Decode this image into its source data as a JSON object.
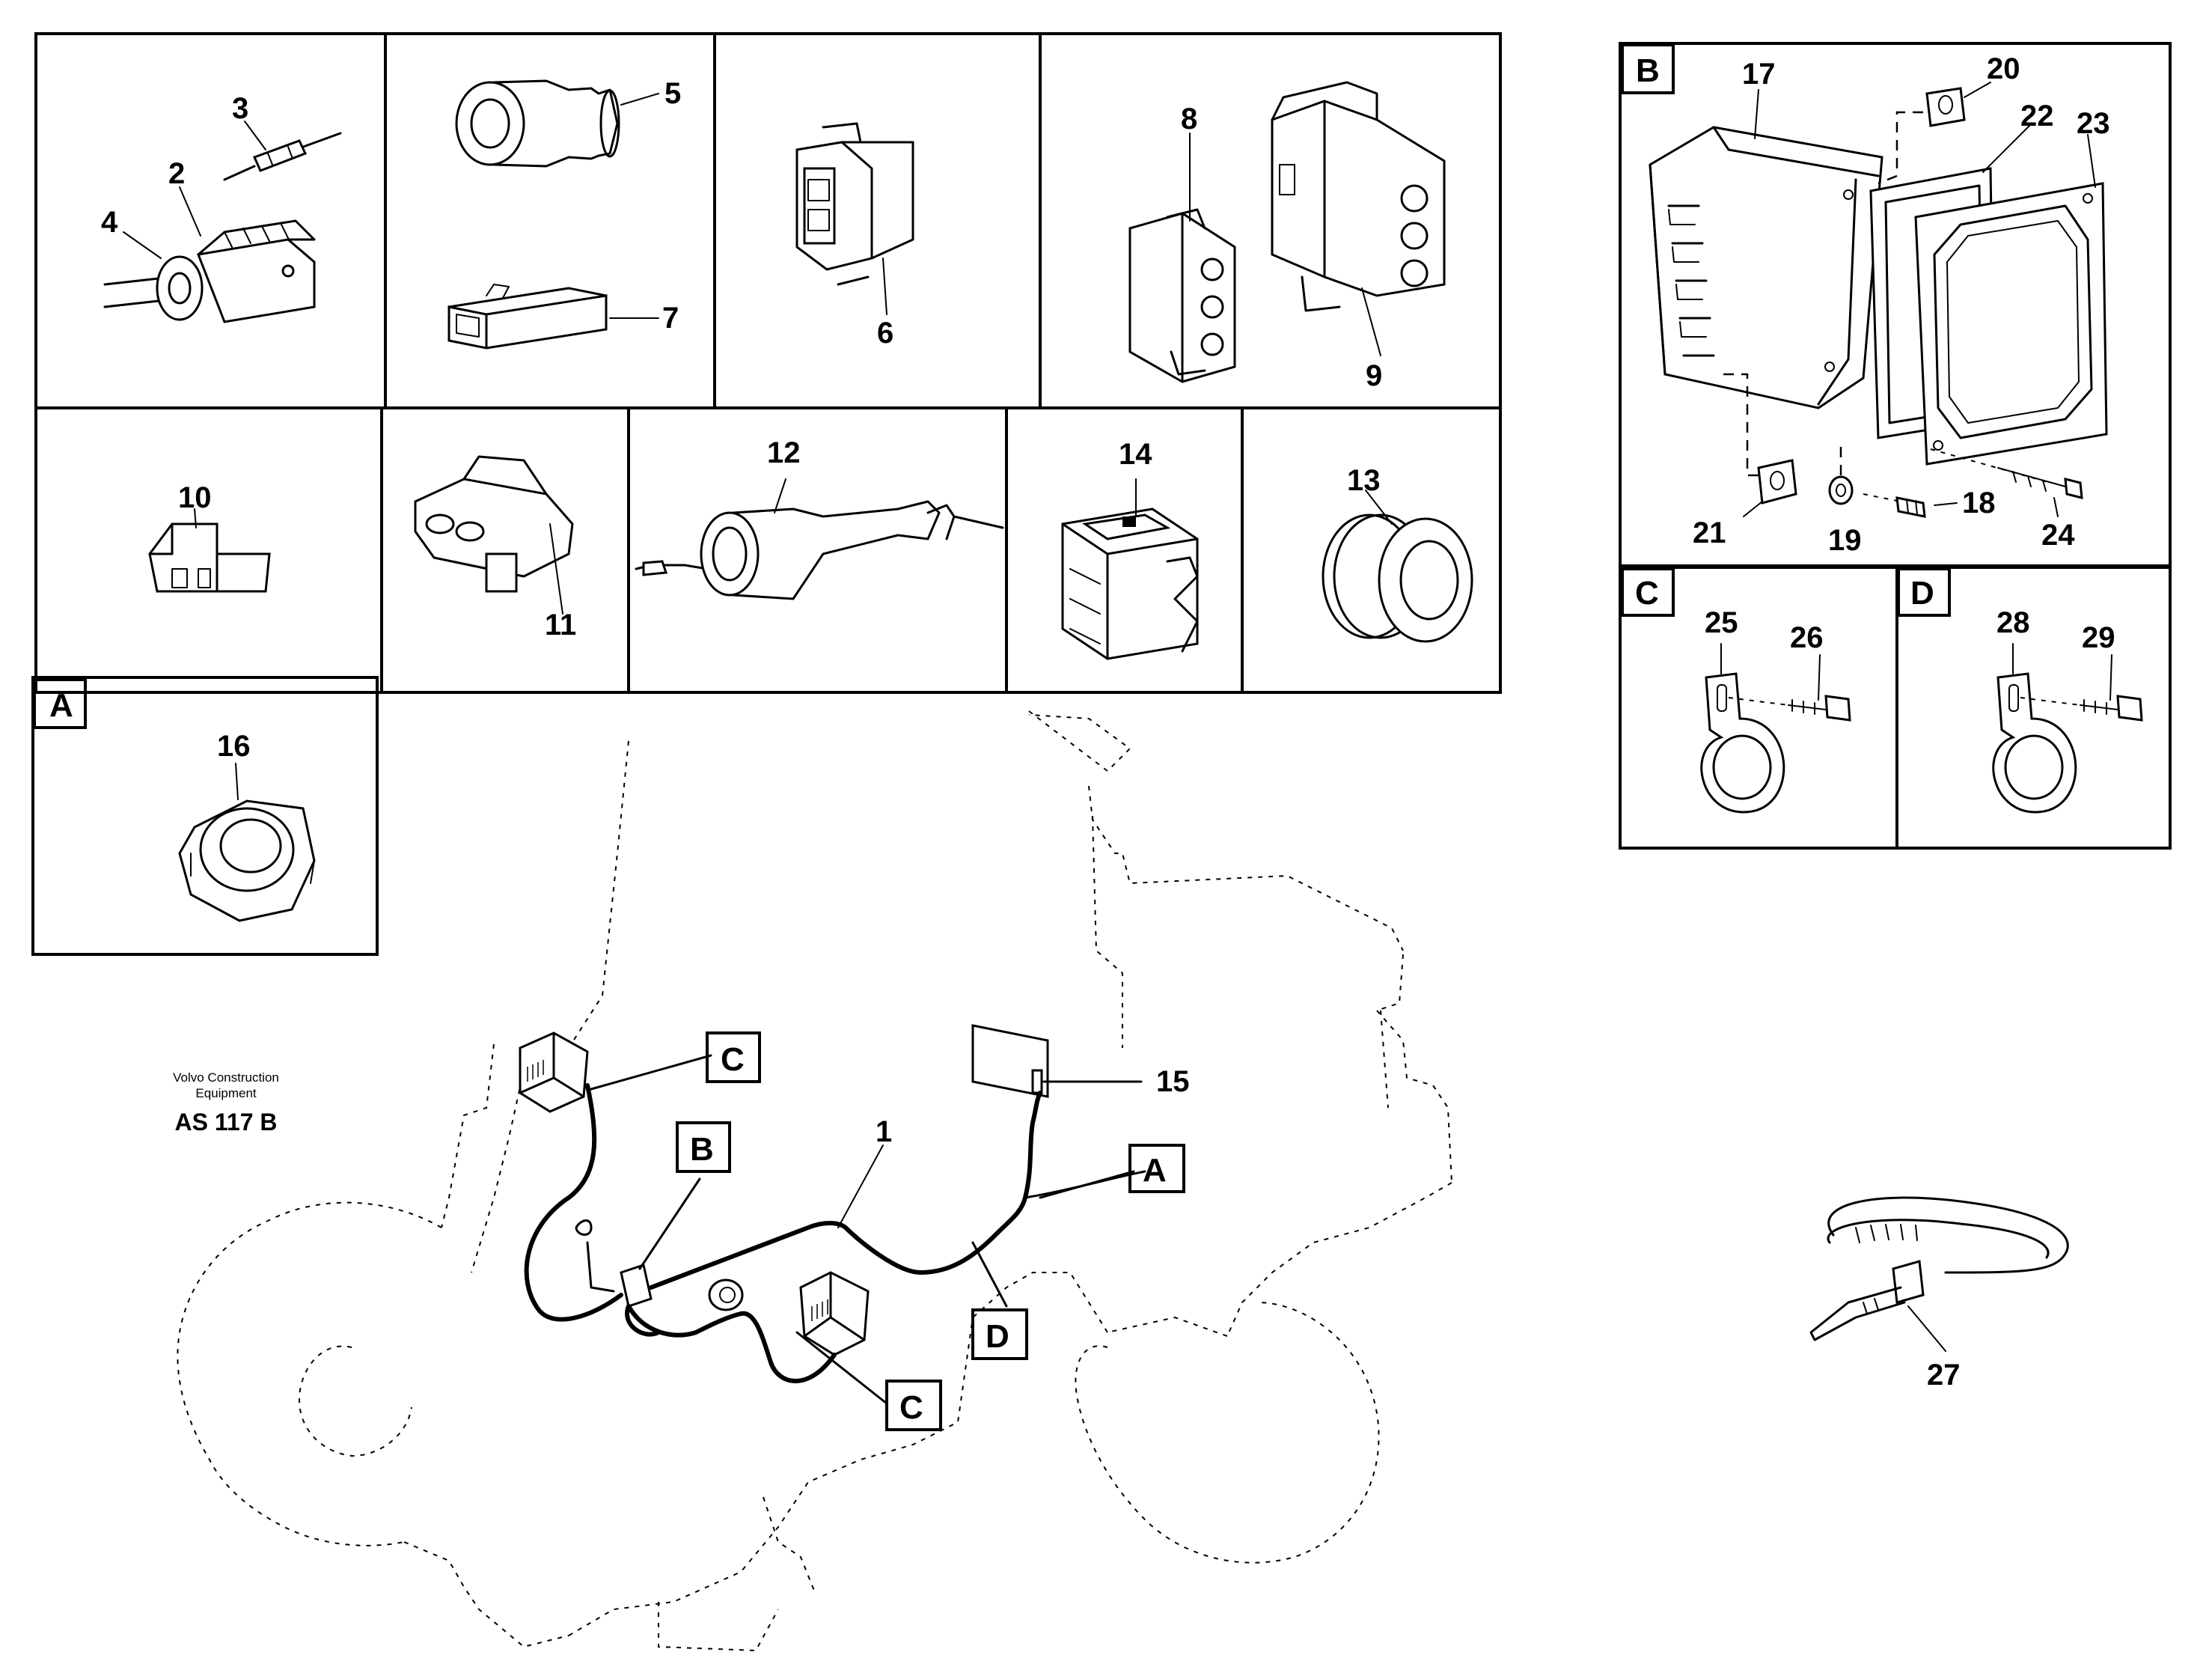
{
  "caption": {
    "company_line1": "Volvo Construction",
    "company_line2": "Equipment",
    "code": "AS 117 B"
  },
  "section_letters": {
    "a": "A",
    "b": "B",
    "c": "C",
    "d": "D"
  },
  "callouts": {
    "p1": "1",
    "p2": "2",
    "p3": "3",
    "p4": "4",
    "p5": "5",
    "p6": "6",
    "p7": "7",
    "p8": "8",
    "p9": "9",
    "p10": "10",
    "p11": "11",
    "p12": "12",
    "p13": "13",
    "p14": "14",
    "p15": "15",
    "p16": "16",
    "p17": "17",
    "p18": "18",
    "p19": "19",
    "p20": "20",
    "p21": "21",
    "p22": "22",
    "p23": "23",
    "p24": "24",
    "p25": "25",
    "p26": "26",
    "p27": "27",
    "p28": "28",
    "p29": "29"
  },
  "harness_refs": {
    "c_upper": "C",
    "b": "B",
    "d": "D",
    "c_lower": "C",
    "a": "A"
  },
  "icons": [
    "connector-housing-icon",
    "cable-tie-icon",
    "pipe-clamp-icon",
    "junction-box-icon",
    "grommet-icon",
    "lock-nut-icon",
    "machine-outline-icon"
  ]
}
